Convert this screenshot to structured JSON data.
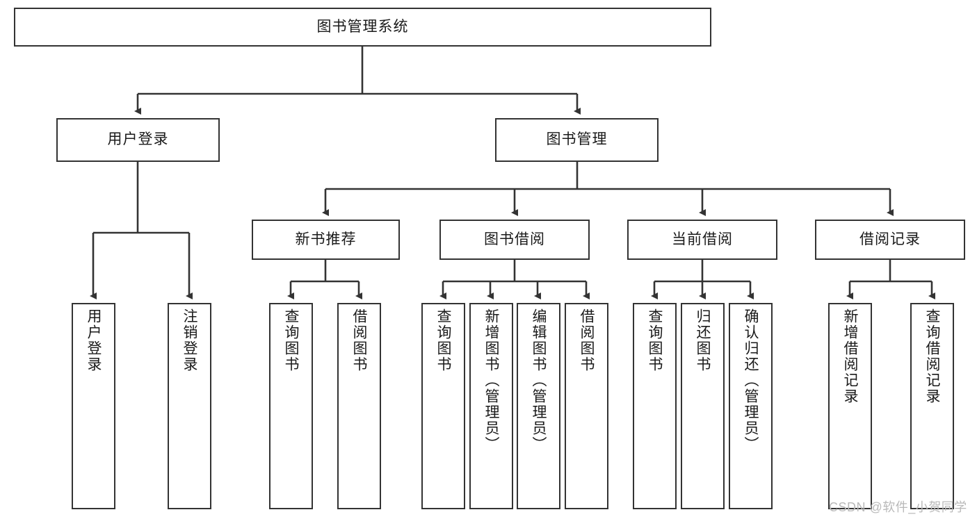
{
  "diagram": {
    "type": "hierarchy-tree",
    "title": "图书管理系统",
    "watermark": "CSDN @软件_小贺同学",
    "nodes": {
      "root": {
        "label": "图书管理系统",
        "level": 0,
        "orientation": "horizontal"
      },
      "l1_0": {
        "label": "用户登录",
        "level": 1,
        "orientation": "horizontal"
      },
      "l1_1": {
        "label": "图书管理",
        "level": 1,
        "orientation": "horizontal"
      },
      "l2_0": {
        "label": "新书推荐",
        "level": 2,
        "orientation": "horizontal"
      },
      "l2_1": {
        "label": "图书借阅",
        "level": 2,
        "orientation": "horizontal"
      },
      "l2_2": {
        "label": "当前借阅",
        "level": 2,
        "orientation": "horizontal"
      },
      "l2_3": {
        "label": "借阅记录",
        "level": 2,
        "orientation": "horizontal"
      },
      "leaf_0": {
        "label": "用户登录",
        "level": 3,
        "orientation": "vertical",
        "parent": "用户登录"
      },
      "leaf_1": {
        "label": "注销登录",
        "level": 3,
        "orientation": "vertical",
        "parent": "用户登录"
      },
      "leaf_2": {
        "label": "查询图书",
        "level": 3,
        "orientation": "vertical",
        "parent": "新书推荐"
      },
      "leaf_3": {
        "label": "借阅图书",
        "level": 3,
        "orientation": "vertical",
        "parent": "新书推荐"
      },
      "leaf_4": {
        "label": "查询图书",
        "level": 3,
        "orientation": "vertical",
        "parent": "图书借阅"
      },
      "leaf_5": {
        "label": "新增图书（管理员）",
        "level": 3,
        "orientation": "vertical",
        "parent": "图书借阅"
      },
      "leaf_6": {
        "label": "编辑图书（管理员）",
        "level": 3,
        "orientation": "vertical",
        "parent": "图书借阅"
      },
      "leaf_7": {
        "label": "借阅图书",
        "level": 3,
        "orientation": "vertical",
        "parent": "图书借阅"
      },
      "leaf_8": {
        "label": "查询图书",
        "level": 3,
        "orientation": "vertical",
        "parent": "当前借阅"
      },
      "leaf_9": {
        "label": "归还图书",
        "level": 3,
        "orientation": "vertical",
        "parent": "当前借阅"
      },
      "leaf_10": {
        "label": "确认归还（管理员）",
        "level": 3,
        "orientation": "vertical",
        "parent": "当前借阅"
      },
      "leaf_11": {
        "label": "新增借阅记录",
        "level": 3,
        "orientation": "vertical",
        "parent": "借阅记录"
      },
      "leaf_12": {
        "label": "查询借阅记录",
        "level": 3,
        "orientation": "vertical",
        "parent": "借阅记录"
      }
    },
    "colors": {
      "stroke": "#333333",
      "fill": "#ffffff",
      "text": "#1a1a1a",
      "watermark": "#b9b9b9"
    }
  }
}
